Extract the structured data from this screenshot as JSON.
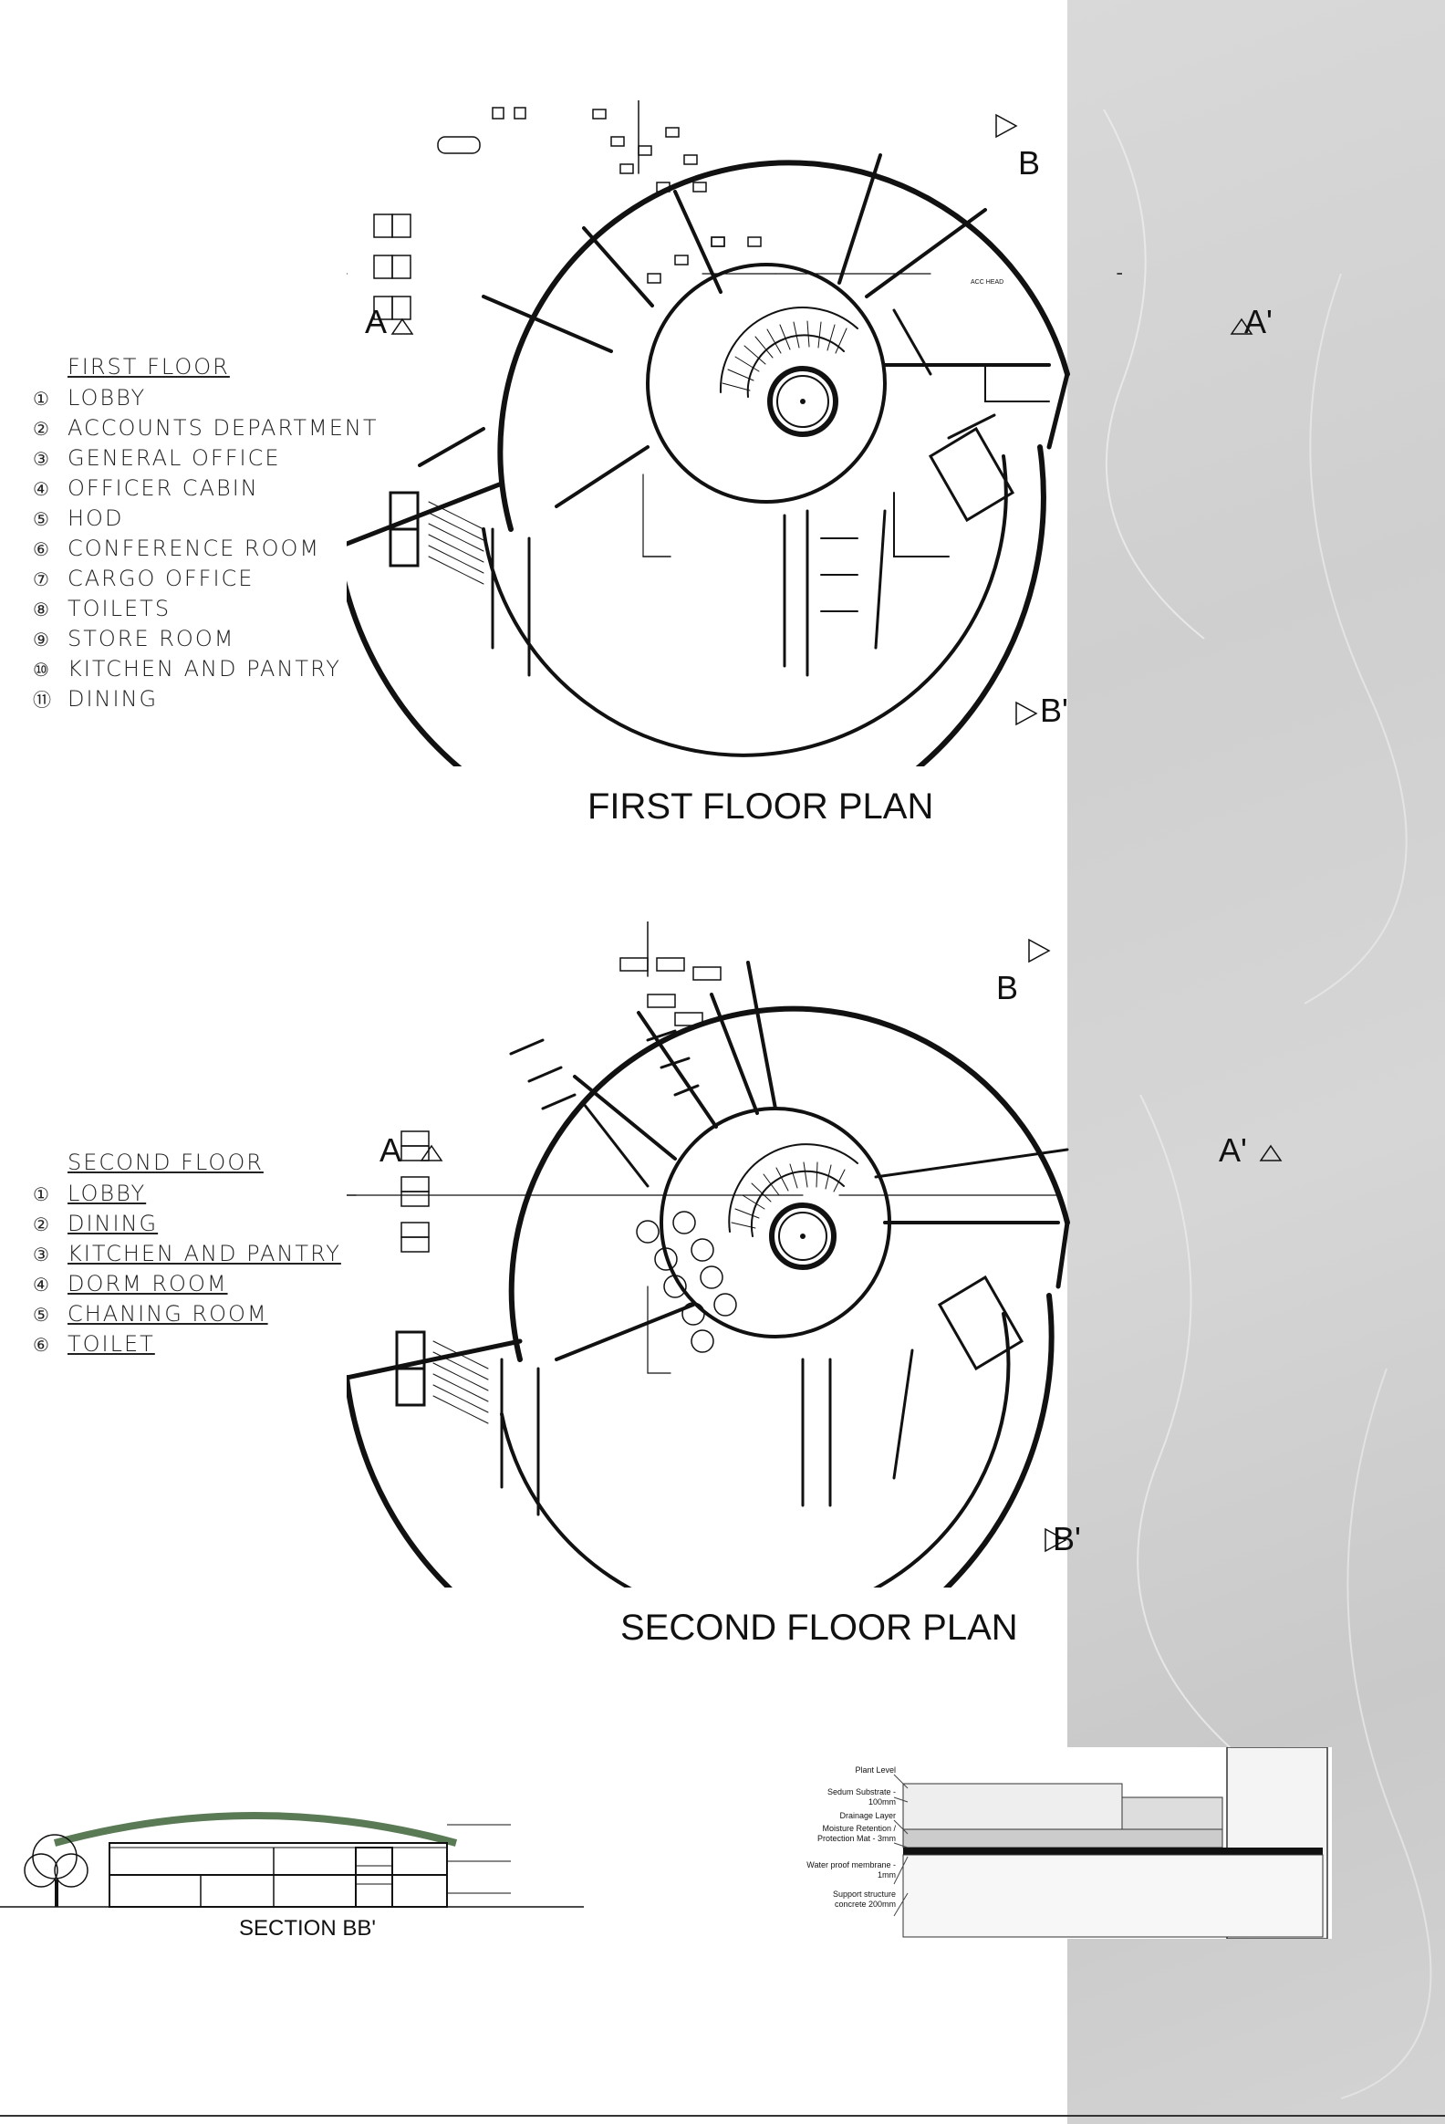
{
  "first_floor": {
    "legend_title": "FIRST FLOOR",
    "items": [
      {
        "num": "①",
        "label": "LOBBY"
      },
      {
        "num": "②",
        "label": "ACCOUNTS DEPARTMENT"
      },
      {
        "num": "③",
        "label": "GENERAL OFFICE"
      },
      {
        "num": "④",
        "label": "OFFICER CABIN"
      },
      {
        "num": "⑤",
        "label": "HOD"
      },
      {
        "num": "⑥",
        "label": "CONFERENCE ROOM"
      },
      {
        "num": "⑦",
        "label": "CARGO OFFICE"
      },
      {
        "num": "⑧",
        "label": "TOILETS"
      },
      {
        "num": "⑨",
        "label": "STORE ROOM"
      },
      {
        "num": "⑩",
        "label": "KITCHEN AND PANTRY"
      },
      {
        "num": "⑪",
        "label": "DINING"
      }
    ],
    "plan_title": "FIRST FLOOR PLAN",
    "section_marks": {
      "a": "A",
      "a_prime": "A'",
      "b": "B",
      "b_prime": "B'"
    },
    "room_tag": "ACC HEAD"
  },
  "second_floor": {
    "legend_title": "SECOND FLOOR",
    "items": [
      {
        "num": "①",
        "label": "LOBBY"
      },
      {
        "num": "②",
        "label": "DINING"
      },
      {
        "num": "③",
        "label": "KITCHEN AND PANTRY"
      },
      {
        "num": "④",
        "label": "DORM ROOM"
      },
      {
        "num": "⑤",
        "label": "CHANING ROOM"
      },
      {
        "num": "⑥",
        "label": "TOILET"
      }
    ],
    "plan_title": "SECOND FLOOR PLAN",
    "section_marks": {
      "a": "A",
      "a_prime": "A'",
      "b": "B",
      "b_prime": "B'"
    }
  },
  "section": {
    "title": "SECTION BB'"
  },
  "roof_detail": {
    "labels": [
      "Plant Level",
      "Sedum Substrate - 100mm",
      "Drainage Layer",
      "Moisture Retention / Protection Mat - 3mm",
      "Water proof membrane - 1mm",
      "Support structure concrete 200mm"
    ]
  },
  "colors": {
    "roof_green": "#5a7a55",
    "marble": "#d3d3d3",
    "ink": "#111111"
  }
}
